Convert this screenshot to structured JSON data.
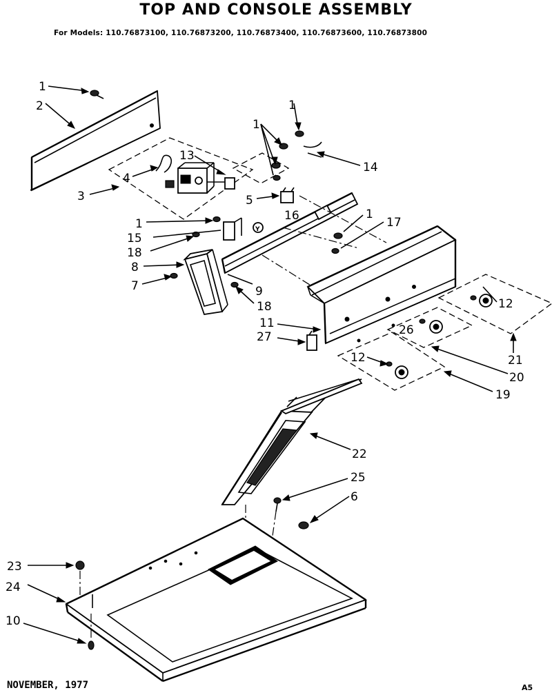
{
  "title": "TOP AND CONSOLE ASSEMBLY",
  "subtitle": "For Models: 110.76873100, 110.76873200, 110.76873400, 110.76873600, 110.76873800",
  "footer": {
    "date": "NOVEMBER, 1977",
    "code": "A5"
  },
  "callouts": [
    "1",
    "2",
    "3",
    "4",
    "13",
    "1",
    "1",
    "14",
    "5",
    "16",
    "1",
    "17",
    "1",
    "15",
    "18",
    "8",
    "7",
    "9",
    "18",
    "12",
    "11",
    "27",
    "26",
    "12",
    "21",
    "20",
    "19",
    "22",
    "25",
    "6",
    "23",
    "24",
    "10"
  ],
  "parts": [
    "screw",
    "rear-panel",
    "switch-assembly",
    "wire-harness",
    "timer",
    "clip",
    "bracket",
    "console-rail",
    "knob",
    "support",
    "console",
    "switch-plate",
    "lint-filter",
    "foot",
    "top-cover"
  ]
}
